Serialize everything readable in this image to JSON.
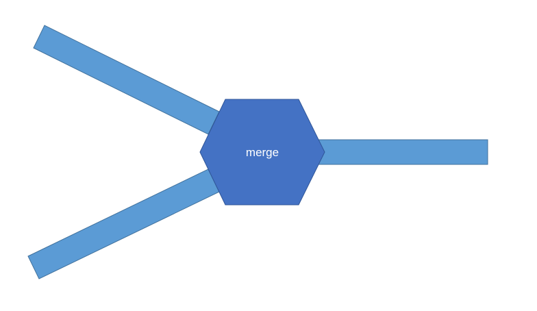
{
  "diagram": {
    "node": {
      "label": "merge",
      "shape": "hexagon",
      "fill_color": "#4472c4",
      "stroke_color": "#2f5597",
      "text_color": "#ffffff"
    },
    "edges": {
      "color": "#5b9bd5",
      "stroke_color": "#41719c",
      "items": [
        {
          "id": "input-upper",
          "role": "input"
        },
        {
          "id": "input-lower",
          "role": "input"
        },
        {
          "id": "output",
          "role": "output"
        }
      ]
    }
  }
}
